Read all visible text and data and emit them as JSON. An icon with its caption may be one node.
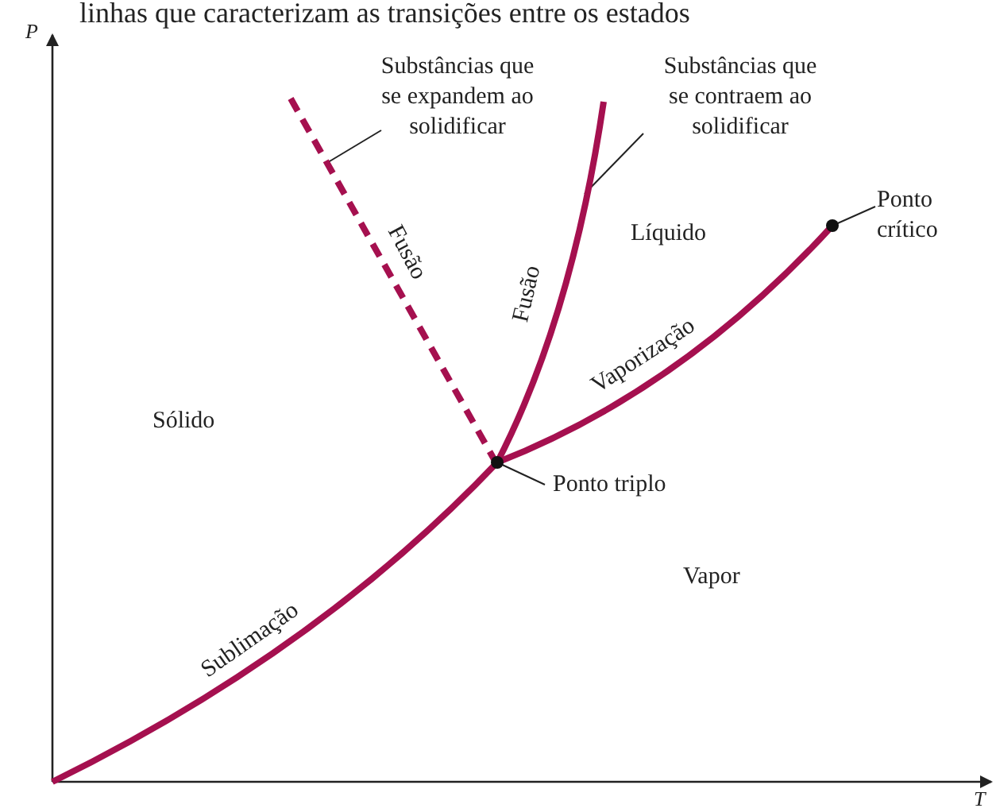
{
  "diagram": {
    "title": "linhas que caracterizam as transições entre os estados",
    "nodes": [
      {
        "text": [
          "Substâncias que se expandem ao solidificar"
        ]
      },
      {
        "text": [],
        "shape": "line"
      },
      {
        "text": [
          "Substâncias que se contraem ao solidificar"
        ]
      },
      {
        "text": [],
        "shape": "line"
      },
      {
        "text": [
          "Ponto crítico"
        ]
      },
      {
        "text": [],
        "shape": "circle"
      },
      {
        "text": [
          "Ponto triplo"
        ]
      },
      {
        "text": [],
        "shape": "circle"
      }
    ],
    "edges": [
      {
        "from": 0,
        "to": 1,
        "arrow": "none"
      },
      {
        "from": 2,
        "to": 3,
        "arrow": "none"
      },
      {
        "from": 4,
        "to": 5,
        "arrow": "none"
      },
      {
        "from": 6,
        "to": 7,
        "arrow": "none"
      }
    ],
    "labels": [
      "P",
      "Fusão",
      "Fusão",
      "Líquido",
      "Vaporização",
      "Sólido",
      "Vapor",
      "Sublimação",
      "T"
    ]
  }
}
